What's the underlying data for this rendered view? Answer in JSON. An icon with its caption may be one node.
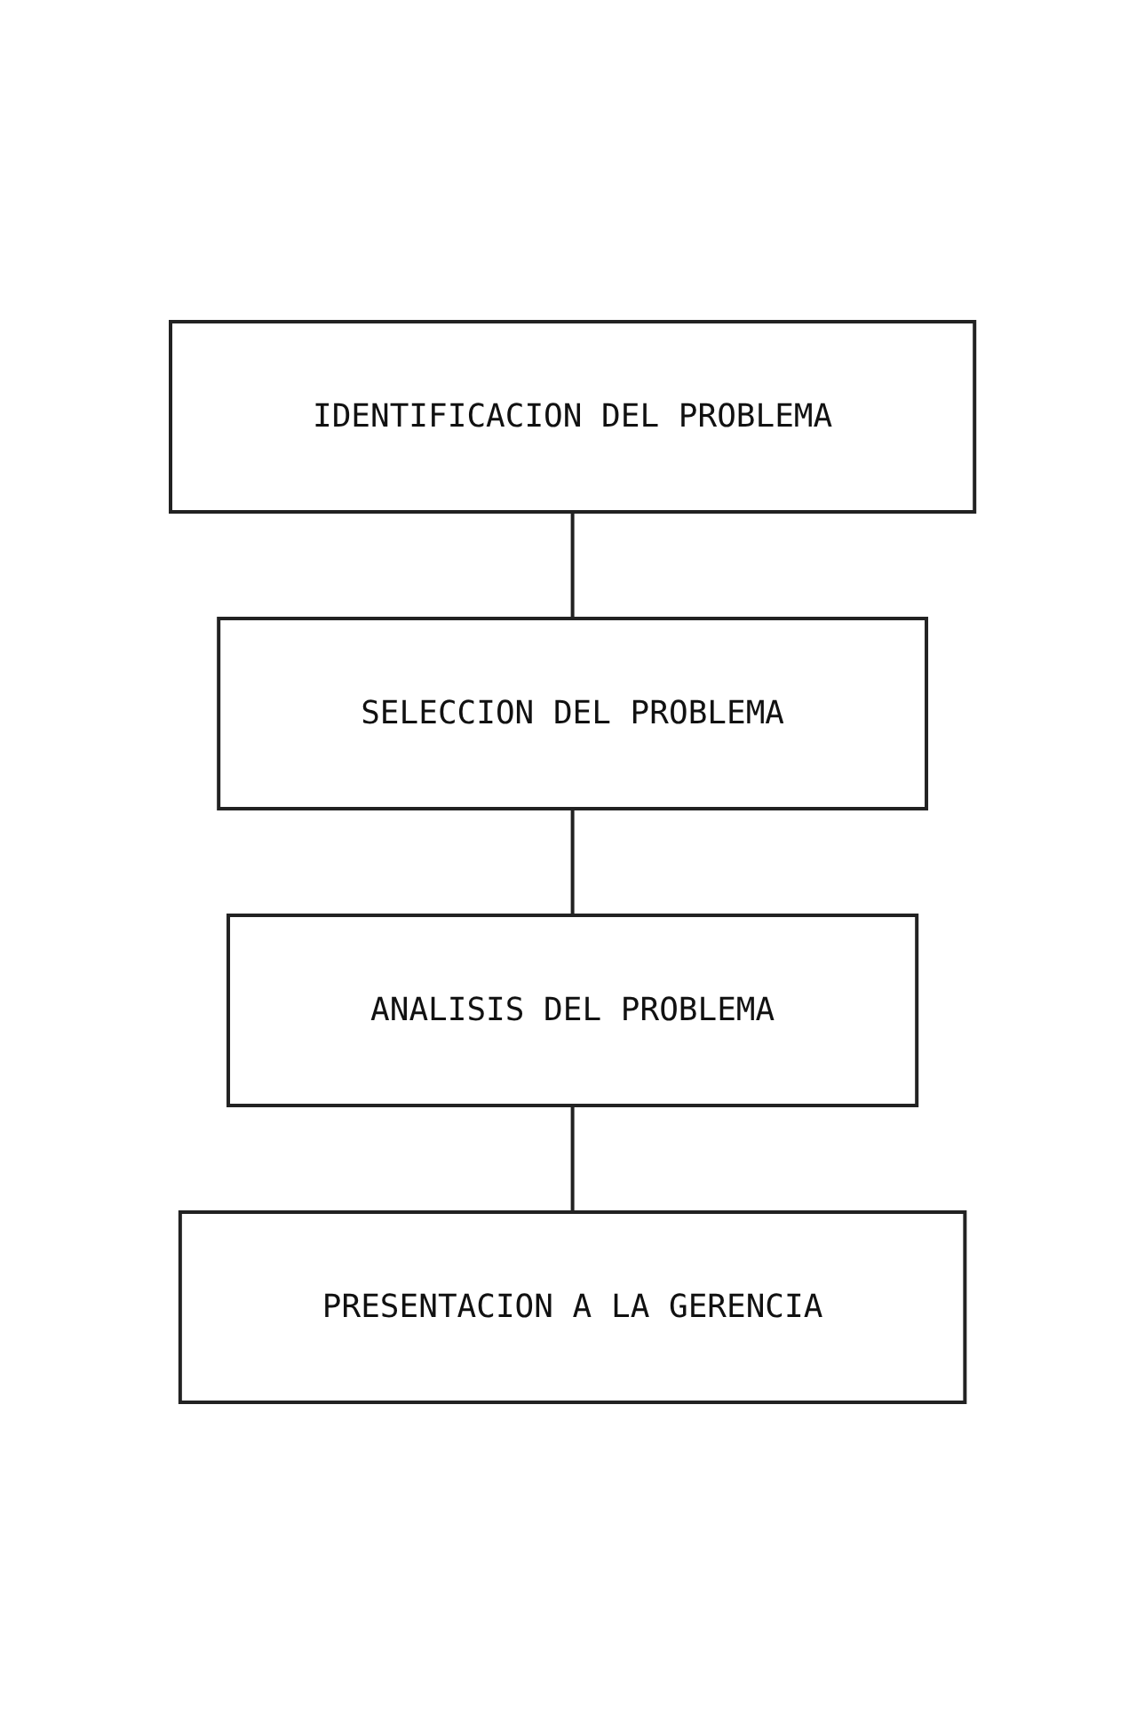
{
  "diagram": {
    "nodes": [
      {
        "text": [
          "IDENTIFICACION DEL PROBLEMA"
        ]
      },
      {
        "text": [
          "SELECCION DEL PROBLEMA"
        ]
      },
      {
        "text": [
          "ANALISIS DEL PROBLEMA"
        ]
      },
      {
        "text": [
          "PRESENTACION A LA GERENCIA"
        ]
      }
    ],
    "edges": [
      {
        "from": 0,
        "to": 1,
        "arrow": "none"
      },
      {
        "from": 1,
        "to": 2,
        "arrow": "none"
      },
      {
        "from": 2,
        "to": 3,
        "arrow": "none"
      }
    ]
  }
}
